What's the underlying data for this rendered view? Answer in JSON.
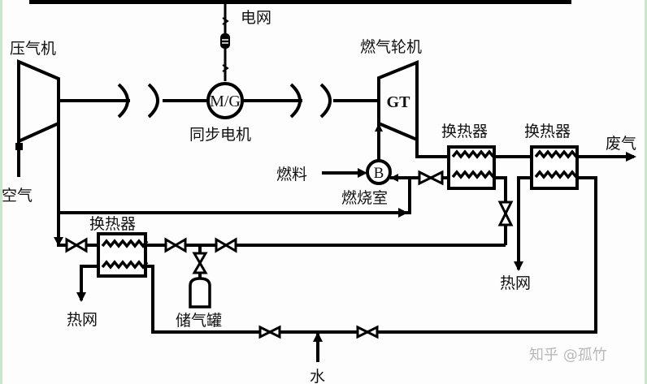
{
  "diagram": {
    "title": "Compressed air energy storage with gas turbine and heat recovery",
    "labels": {
      "grid": "电网",
      "compressor": "压气机",
      "gas_turbine": "燃气轮机",
      "motor_generator_symbol": "M/G",
      "sync_motor": "同步电机",
      "turbine_symbol": "GT",
      "heat_exchanger_1": "换热器",
      "heat_exchanger_2": "换热器",
      "heat_exchanger_3": "换热器",
      "exhaust": "废气",
      "fuel": "燃料",
      "burner_symbol": "B",
      "combustor": "燃烧室",
      "air": "空气",
      "heat_network_1": "热网",
      "heat_network_2": "热网",
      "storage_tank": "储气罐",
      "water": "水"
    },
    "watermark": "知乎 @孤竹"
  }
}
